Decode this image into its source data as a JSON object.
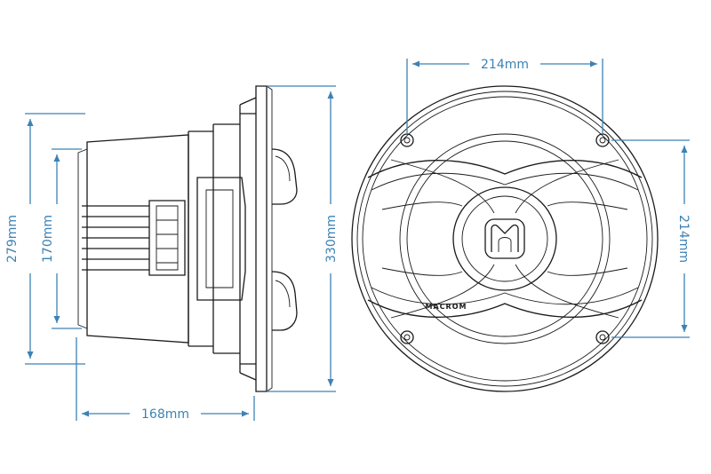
{
  "dimensions": {
    "side_depth": "168mm",
    "side_inner_height": "170mm",
    "side_frame_height": "279mm",
    "side_overall_height": "330mm",
    "front_hole_spacing_h": "214mm",
    "front_hole_spacing_v": "214mm"
  },
  "brand": "MACROM",
  "colors": {
    "dimension": "#3c82b4",
    "drawing": "#1a1a1a"
  }
}
